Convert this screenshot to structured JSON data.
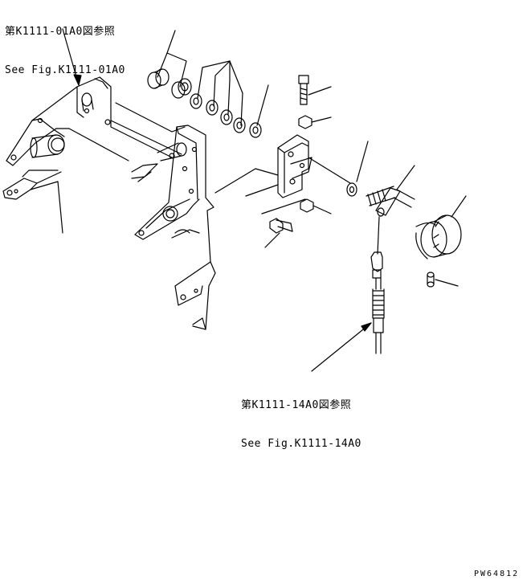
{
  "ref_top": {
    "jp": "第K1111-01A0図参照",
    "en": "See Fig.K1111-01A0"
  },
  "ref_bottom": {
    "jp": "第K1111-14A0図参照",
    "en": "See Fig.K1111-14A0"
  },
  "drawing_code": "PW64812"
}
